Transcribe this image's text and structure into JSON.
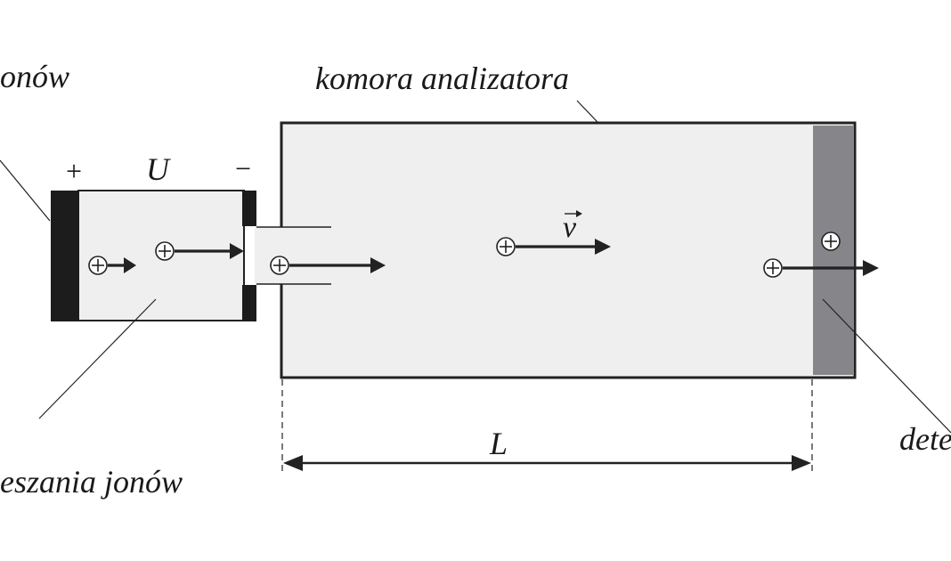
{
  "labels": {
    "ion_source_partial": "onów",
    "analyzer_chamber": "komora analizatora",
    "acceleration_partial": "eszania jonów",
    "detector_partial": "dete",
    "voltage": "U",
    "plus_electrode": "+",
    "minus_electrode": "−",
    "velocity": "v",
    "length": "L"
  },
  "colors": {
    "chamber_fill": "#efefef",
    "detector_fill": "#86858a",
    "electrode_fill": "#1c1c1c",
    "line": "#222222"
  },
  "icons": [
    "ion-plus-icon",
    "arrow-right-icon",
    "vector-arrow-icon",
    "double-arrow-icon"
  ]
}
